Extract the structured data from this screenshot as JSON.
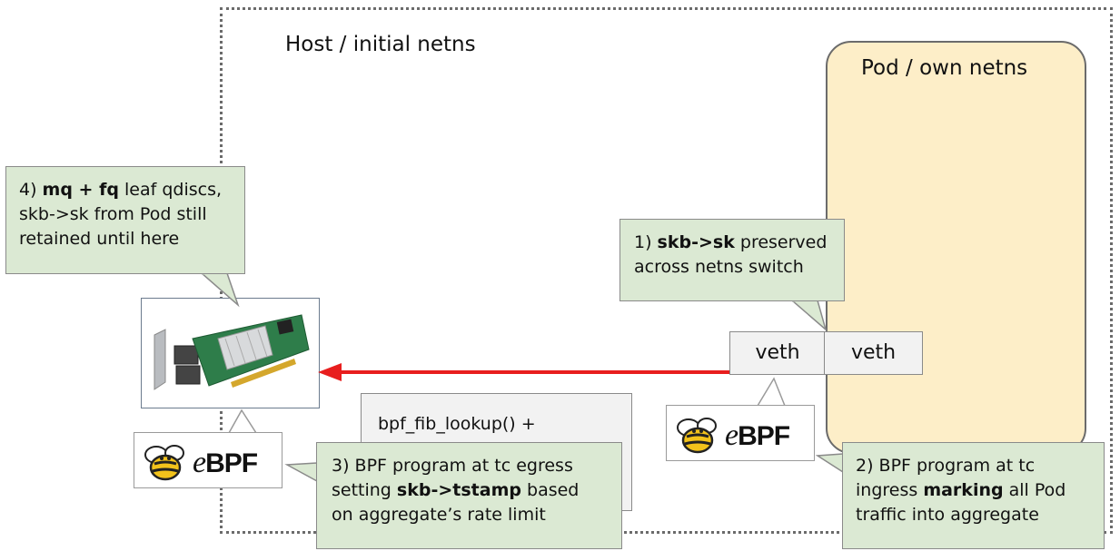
{
  "host": {
    "label": "Host / initial netns"
  },
  "pod": {
    "label": "Pod / own netns"
  },
  "veth": {
    "left": "veth",
    "right": "veth"
  },
  "fib": {
    "label": "bpf_fib_lookup() +"
  },
  "ebpf": {
    "logo_text_e": "e",
    "logo_text_bpf": "BPF"
  },
  "callouts": {
    "c1": {
      "prefix": "1) ",
      "bold": "skb->sk",
      "suffix": " preserved",
      "line2": "across netns switch"
    },
    "c2": {
      "line1": "2) BPF program at tc",
      "line2_pre": "ingress ",
      "line2_bold": "marking",
      "line2_post": " all Pod",
      "line3": "traffic into aggregate"
    },
    "c3": {
      "line1": "3) BPF program at tc egress",
      "line2_pre": "setting ",
      "line2_bold": "skb->tstamp",
      "line2_post": " based",
      "line3": "on aggregate’s rate limit"
    },
    "c4": {
      "prefix": "4) ",
      "bold": "mq + fq",
      "suffix": " leaf qdiscs,",
      "line2": "skb->sk from Pod still",
      "line3": "retained until here"
    }
  },
  "colors": {
    "callout_bg": "#dbe9d3",
    "pod_bg": "#fdeec8",
    "arrow": "#e81e1e",
    "box_bg": "#f2f2f2"
  }
}
